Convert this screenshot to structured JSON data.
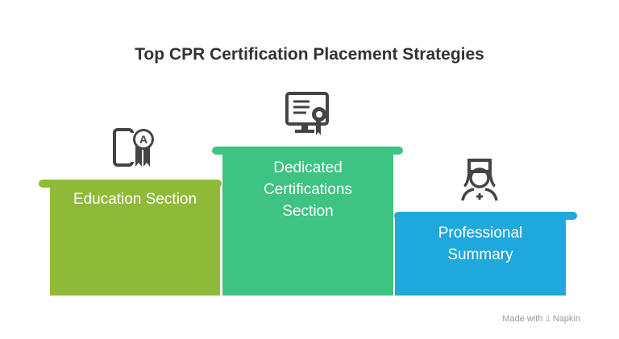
{
  "title": "Top CPR Certification Placement Strategies",
  "steps": [
    {
      "label": "Education Section",
      "icon": "mobile-award-icon",
      "color": "#8fba38"
    },
    {
      "label": "Dedicated Certifications Section",
      "icon": "computer-certificate-icon",
      "color": "#3ec383"
    },
    {
      "label": "Professional Summary",
      "icon": "nurse-icon",
      "color": "#1fa8dc"
    }
  ],
  "footer": {
    "made_with": "Made with",
    "brand": "Napkin"
  }
}
